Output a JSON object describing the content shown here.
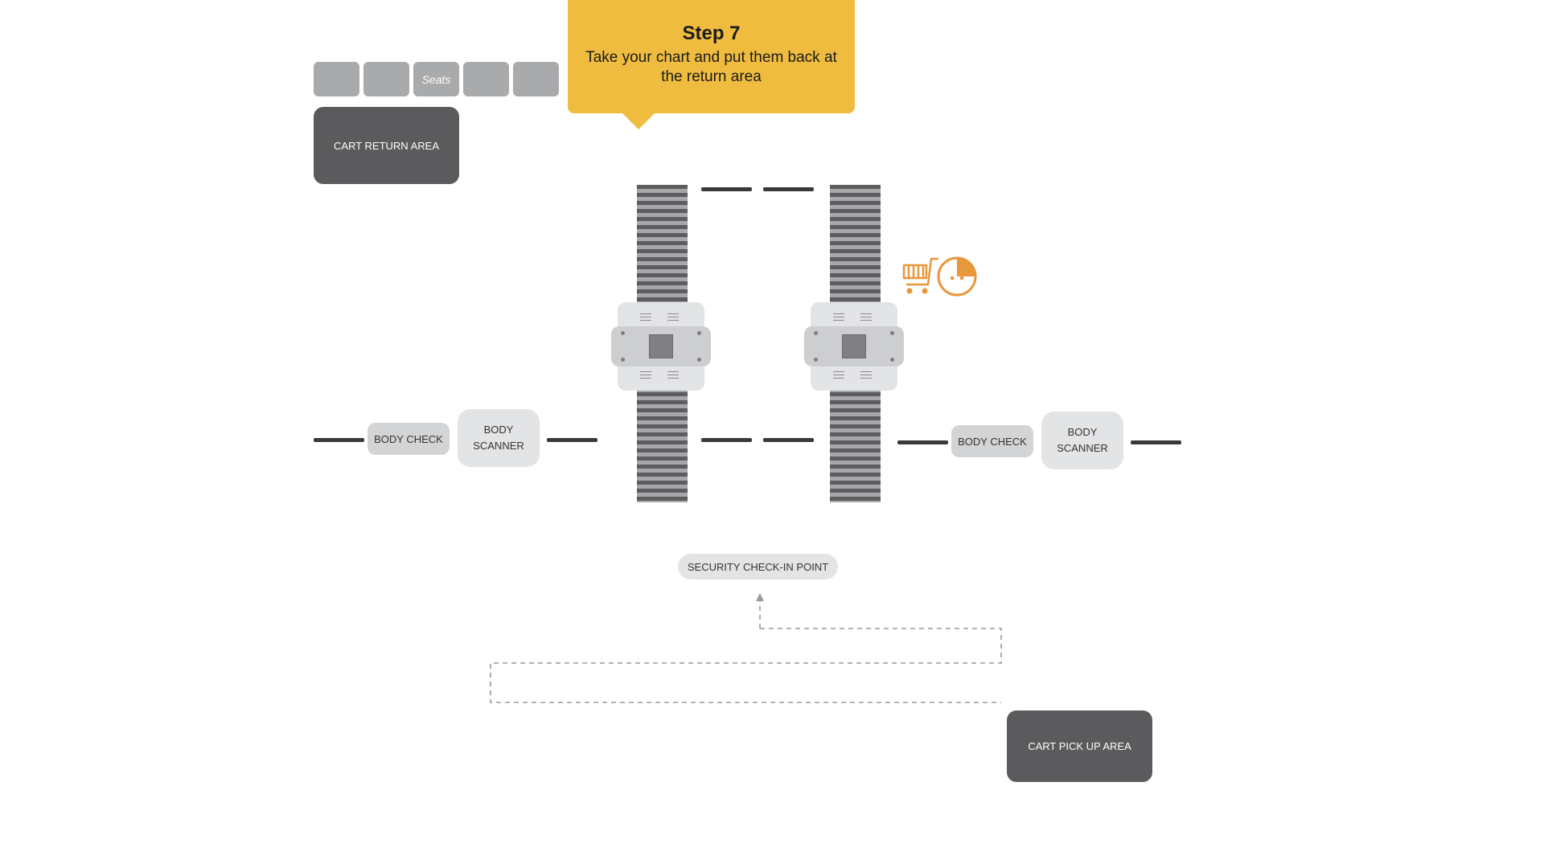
{
  "callout": {
    "title": "Step 7",
    "text": "Take your chart and put them back at the return area",
    "color": "#efbc3f"
  },
  "seats": [
    "",
    "",
    "Seats",
    "",
    ""
  ],
  "areas": {
    "cart_return": "CART RETURN AREA",
    "cart_pickup": "CART PICK UP AREA"
  },
  "left_lane": {
    "check": "BODY CHECK",
    "scanner_line1": "BODY",
    "scanner_line2": "SCANNER"
  },
  "right_lane": {
    "check": "BODY CHECK",
    "scanner_line1": "BODY",
    "scanner_line2": "SCANNER"
  },
  "security_point": "SECURITY CHECK-IN POINT",
  "icons": {
    "cart": "shopping-cart-icon",
    "person": "person-face-icon",
    "accent": "#e8973c"
  }
}
